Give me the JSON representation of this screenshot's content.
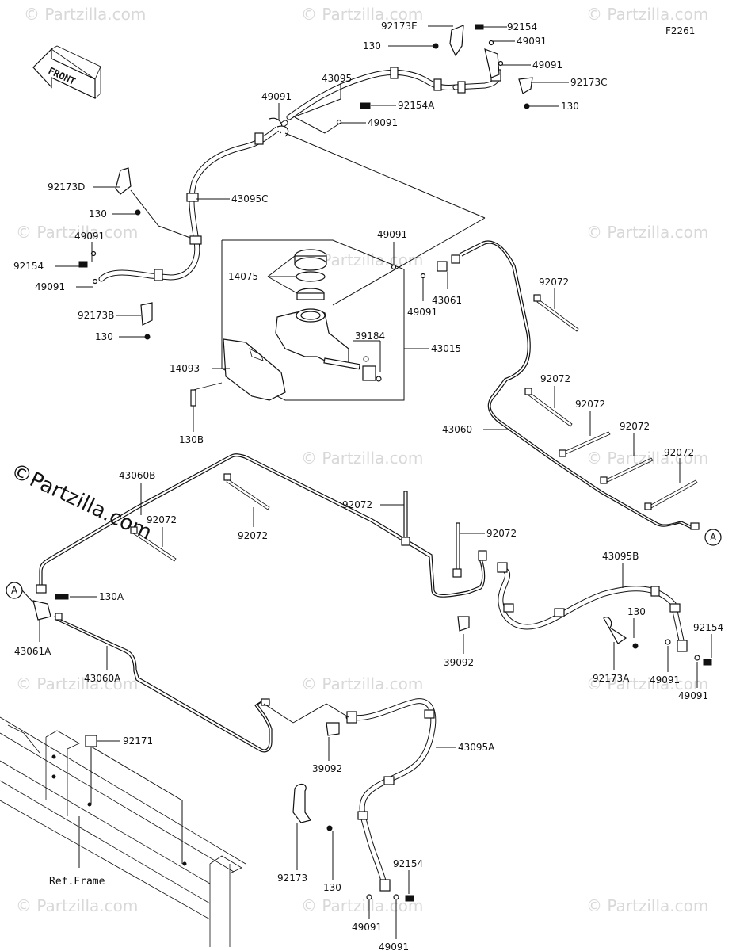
{
  "figure_code": "F2261",
  "front_label": "FRONT",
  "ref_frame_label": "Ref.Frame",
  "watermark_main": "©Partzilla.com",
  "watermark_small": "© Partzilla.com",
  "circle_marker": "A",
  "labels": {
    "l_92173E": "92173E",
    "l_92154_top": "92154",
    "l_130_top": "130",
    "l_49091_t1": "49091",
    "l_49091_t2": "49091",
    "l_92173C": "92173C",
    "l_130_tr": "130",
    "l_43095": "43095",
    "l_49091_mid": "49091",
    "l_92154A": "92154A",
    "l_49091_mid2": "49091",
    "l_92173D": "92173D",
    "l_130_l1": "130",
    "l_43095C": "43095C",
    "l_49091_l": "49091",
    "l_92154_l": "92154",
    "l_49091_l2": "49091",
    "l_92173B": "92173B",
    "l_130_l2": "130",
    "l_14075": "14075",
    "l_49091_mc": "49091",
    "l_43061": "43061",
    "l_49091_mc2": "49091",
    "l_39184": "39184",
    "l_43015": "43015",
    "l_14093": "14093",
    "l_130B": "130B",
    "l_92072_r1": "92072",
    "l_92072_r2": "92072",
    "l_92072_r3": "92072",
    "l_92072_r4": "92072",
    "l_92072_r5": "92072",
    "l_43060": "43060",
    "l_43060B": "43060B",
    "l_92072_a": "92072",
    "l_92072_b": "92072",
    "l_92072_c": "92072",
    "l_92072_d": "92072",
    "l_130A": "130A",
    "l_43061A": "43061A",
    "l_43060A": "43060A",
    "l_43095B": "43095B",
    "l_130_b": "130",
    "l_92154_b": "92154",
    "l_39092_1": "39092",
    "l_92173A": "92173A",
    "l_49091_b1": "49091",
    "l_49091_b2": "49091",
    "l_92171": "92171",
    "l_39092_2": "39092",
    "l_43095A": "43095A",
    "l_92173": "92173",
    "l_130_bb": "130",
    "l_92154_bb": "92154",
    "l_49091_bb1": "49091",
    "l_49091_bb2": "49091"
  }
}
